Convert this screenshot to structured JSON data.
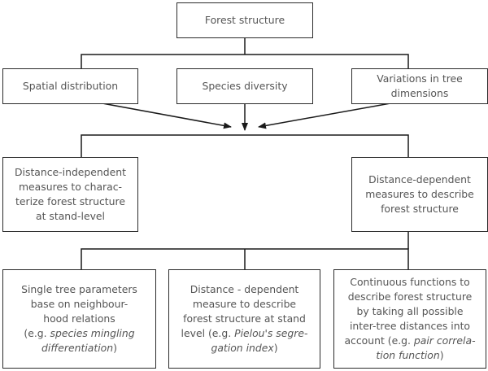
{
  "diagram": {
    "root": {
      "label": "Forest structure"
    },
    "aspects": [
      {
        "label": "Spatial distribution"
      },
      {
        "label": "Species diversity"
      },
      {
        "label": "Variations in tree dimensions",
        "lines": [
          "Variations in tree",
          "dimensions"
        ]
      }
    ],
    "measures": [
      {
        "lines": [
          "Distance-independent",
          "measures to charac-",
          "terize forest structure",
          "at stand-level"
        ]
      },
      {
        "lines": [
          "Distance-dependent",
          "measures to describe",
          "forest structure"
        ]
      }
    ],
    "methods": [
      {
        "lines": [
          "Single tree parameters",
          "base on neighbour-",
          "hood relations"
        ],
        "example_prefix": "(e.g. ",
        "example_italic": [
          "species mingling",
          "differentiation"
        ],
        "example_suffix": ")"
      },
      {
        "lines": [
          "Distance - dependent",
          "measure to describe",
          "forest structure at stand"
        ],
        "example_lead": "level (e.g. ",
        "example_italic": [
          "Pielou's segre-",
          "gation index"
        ],
        "example_suffix": ")"
      },
      {
        "lines": [
          "Continuous functions to",
          "describe forest structure",
          "by taking all possible",
          "inter-tree distances into"
        ],
        "example_lead": "account (e.g. ",
        "example_italic": [
          "pair correla-",
          "tion function"
        ],
        "example_suffix": ")"
      }
    ]
  }
}
